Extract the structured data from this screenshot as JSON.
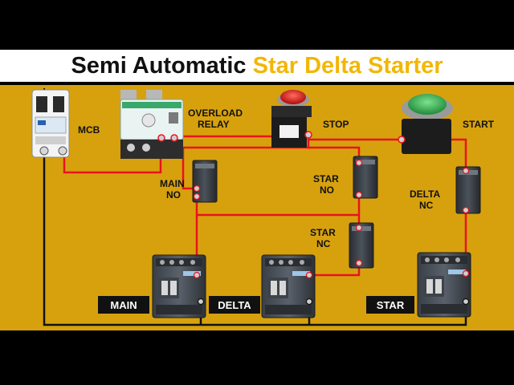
{
  "title": {
    "part1": "Semi Automatic",
    "part2": "Star Delta Starter"
  },
  "colors": {
    "background": "#000000",
    "panel": "#d7a10e",
    "wire_red": "#e8141e",
    "wire_black": "#111111",
    "title_accent": "#f2b705"
  },
  "labels": {
    "mcb": "MCB",
    "overload_line1": "OVERLOAD",
    "overload_line2": "RELAY",
    "stop": "STOP",
    "start": "START",
    "main_no_line1": "MAIN",
    "main_no_line2": "NO",
    "star_no_line1": "STAR",
    "star_no_line2": "NO",
    "star_nc_line1": "STAR",
    "star_nc_line2": "NC",
    "delta_nc_line1": "DELTA",
    "delta_nc_line2": "NC"
  },
  "contactor_tags": {
    "main": "MAIN",
    "delta": "DELTA",
    "star": "STAR"
  },
  "icons": [
    "mcb-breaker-icon",
    "overload-relay-icon",
    "stop-button-red-icon",
    "start-button-green-icon",
    "aux-contact-block-icon",
    "contactor-icon"
  ]
}
